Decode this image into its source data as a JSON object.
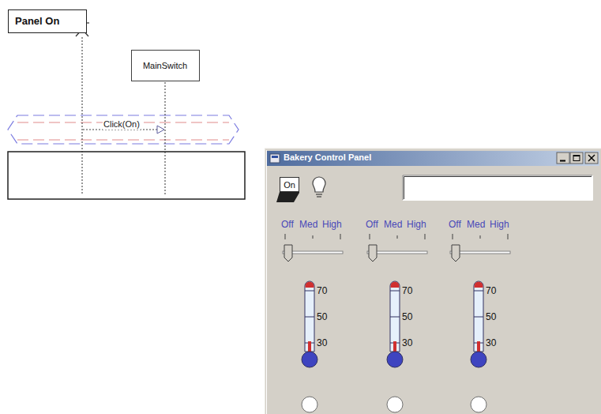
{
  "diagram": {
    "title": "Panel On",
    "nodes": [
      {
        "text": [
          "MainSwitch"
        ]
      },
      {
        "text": [
          "Bakery Control Panel"
        ]
      },
      {
        "text": [
          "On"
        ],
        "in": 1
      }
    ],
    "labels": [
      "Click(On)",
      "Off",
      "Med",
      "High",
      "Off",
      "Med",
      "High",
      "Off",
      "Med",
      "High",
      "70",
      "50",
      "30",
      "70",
      "50",
      "30",
      "70",
      "50",
      "30"
    ]
  }
}
